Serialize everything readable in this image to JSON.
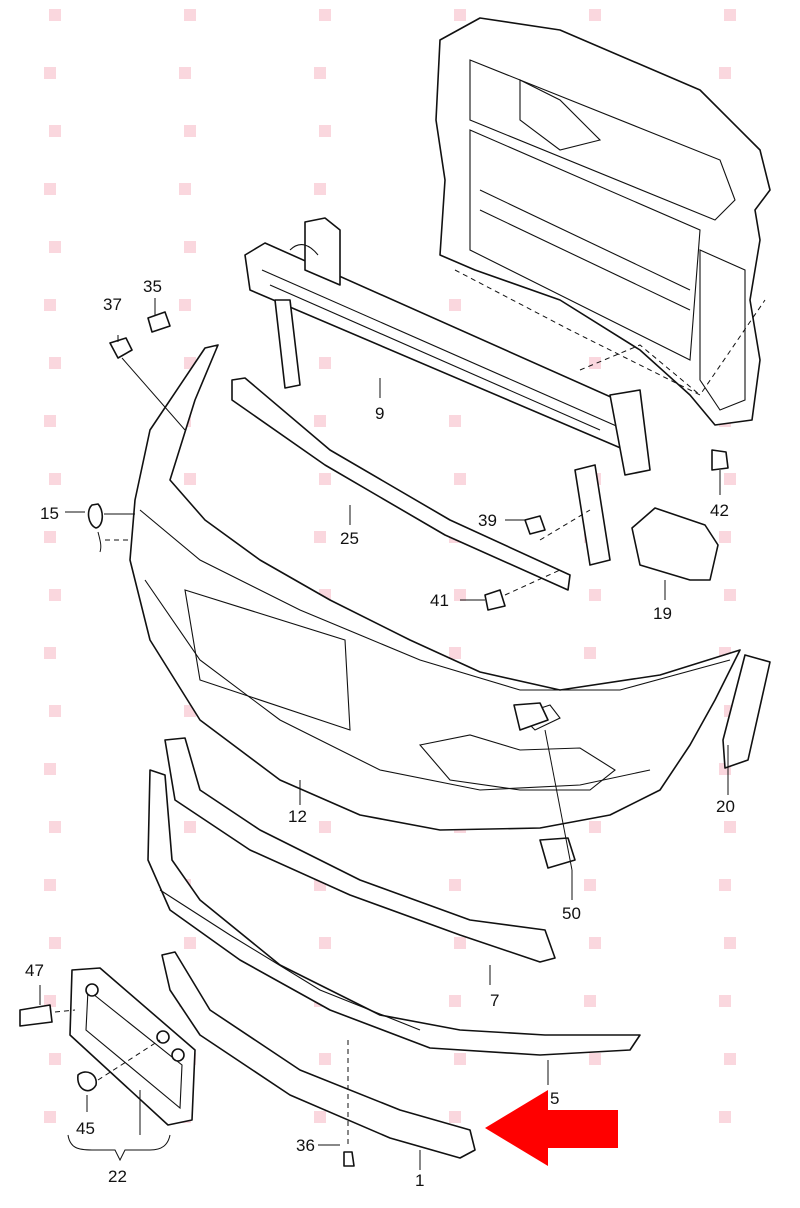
{
  "diagram": {
    "callouts": {
      "c1": "1",
      "c5": "5",
      "c7": "7",
      "c9": "9",
      "c12": "12",
      "c15": "15",
      "c19": "19",
      "c20": "20",
      "c22": "22",
      "c25": "25",
      "c35": "35",
      "c36": "36",
      "c37": "37",
      "c39": "39",
      "c41": "41",
      "c42": "42",
      "c45": "45",
      "c47": "47",
      "c50": "50"
    },
    "highlight_arrow_color": "#ff0000",
    "watermark_color": "#e64a6a"
  }
}
